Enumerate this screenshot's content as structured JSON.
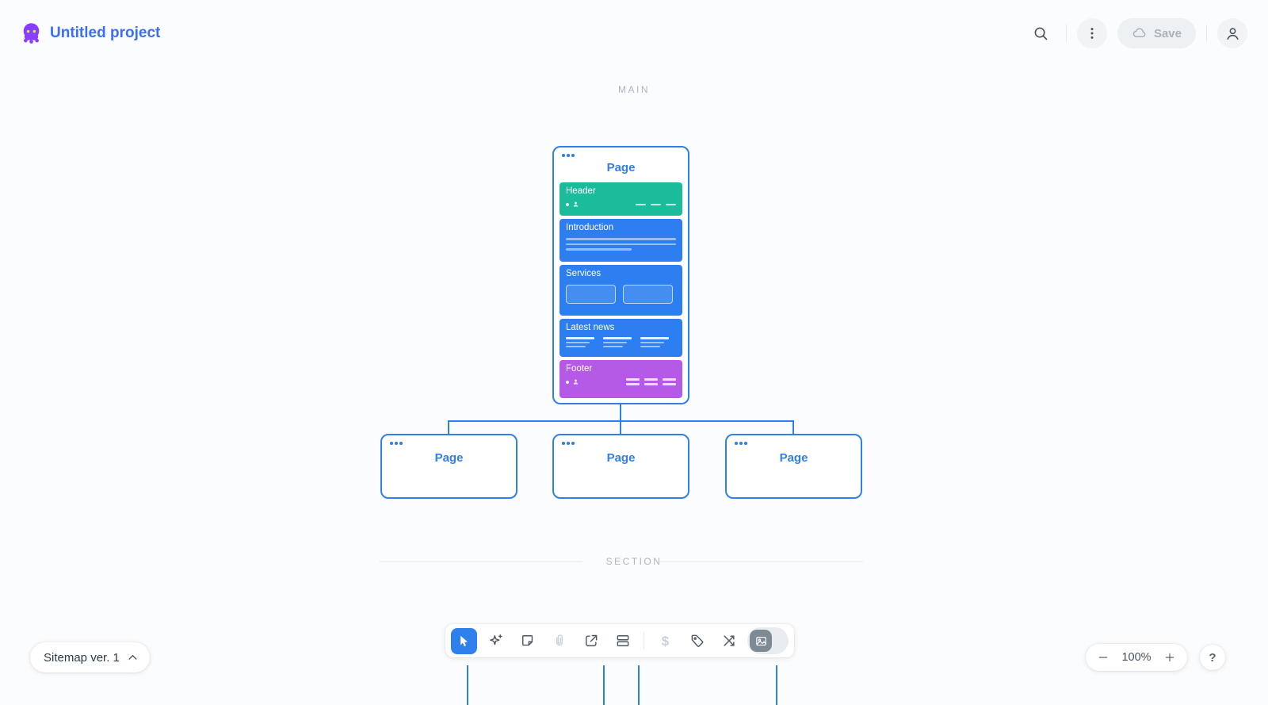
{
  "brand": {
    "logo": "octopus-icon",
    "project_title": "Untitled project"
  },
  "topbar": {
    "save_label": "Save"
  },
  "canvas": {
    "main_label": "MAIN",
    "section_label": "SECTION",
    "main_page": {
      "title": "Page",
      "sections": [
        {
          "name": "Header",
          "color": "#1abc9c"
        },
        {
          "name": "Introduction",
          "color": "#2d7ef0"
        },
        {
          "name": "Services",
          "color": "#2d7ef0"
        },
        {
          "name": "Latest news",
          "color": "#2d7ef0"
        },
        {
          "name": "Footer",
          "color": "#b45ae6"
        }
      ]
    },
    "child_pages": [
      {
        "title": "Page"
      },
      {
        "title": "Page"
      },
      {
        "title": "Page"
      }
    ]
  },
  "toolbar": {
    "tools": [
      "select",
      "ai-sparkles",
      "note",
      "attachment",
      "export",
      "sections",
      "price",
      "tag",
      "shuffle",
      "image-preview"
    ],
    "price_glyph": "$",
    "active_tool": "select"
  },
  "statusbar": {
    "version_label": "Sitemap ver. 1",
    "zoom_value": "100%",
    "help_label": "?"
  },
  "colors": {
    "accent_blue": "#2f80ed",
    "brand_purple": "#8b3dff",
    "header_green": "#1abc9c",
    "footer_purple": "#b45ae6",
    "label_gray": "#adb6be"
  }
}
